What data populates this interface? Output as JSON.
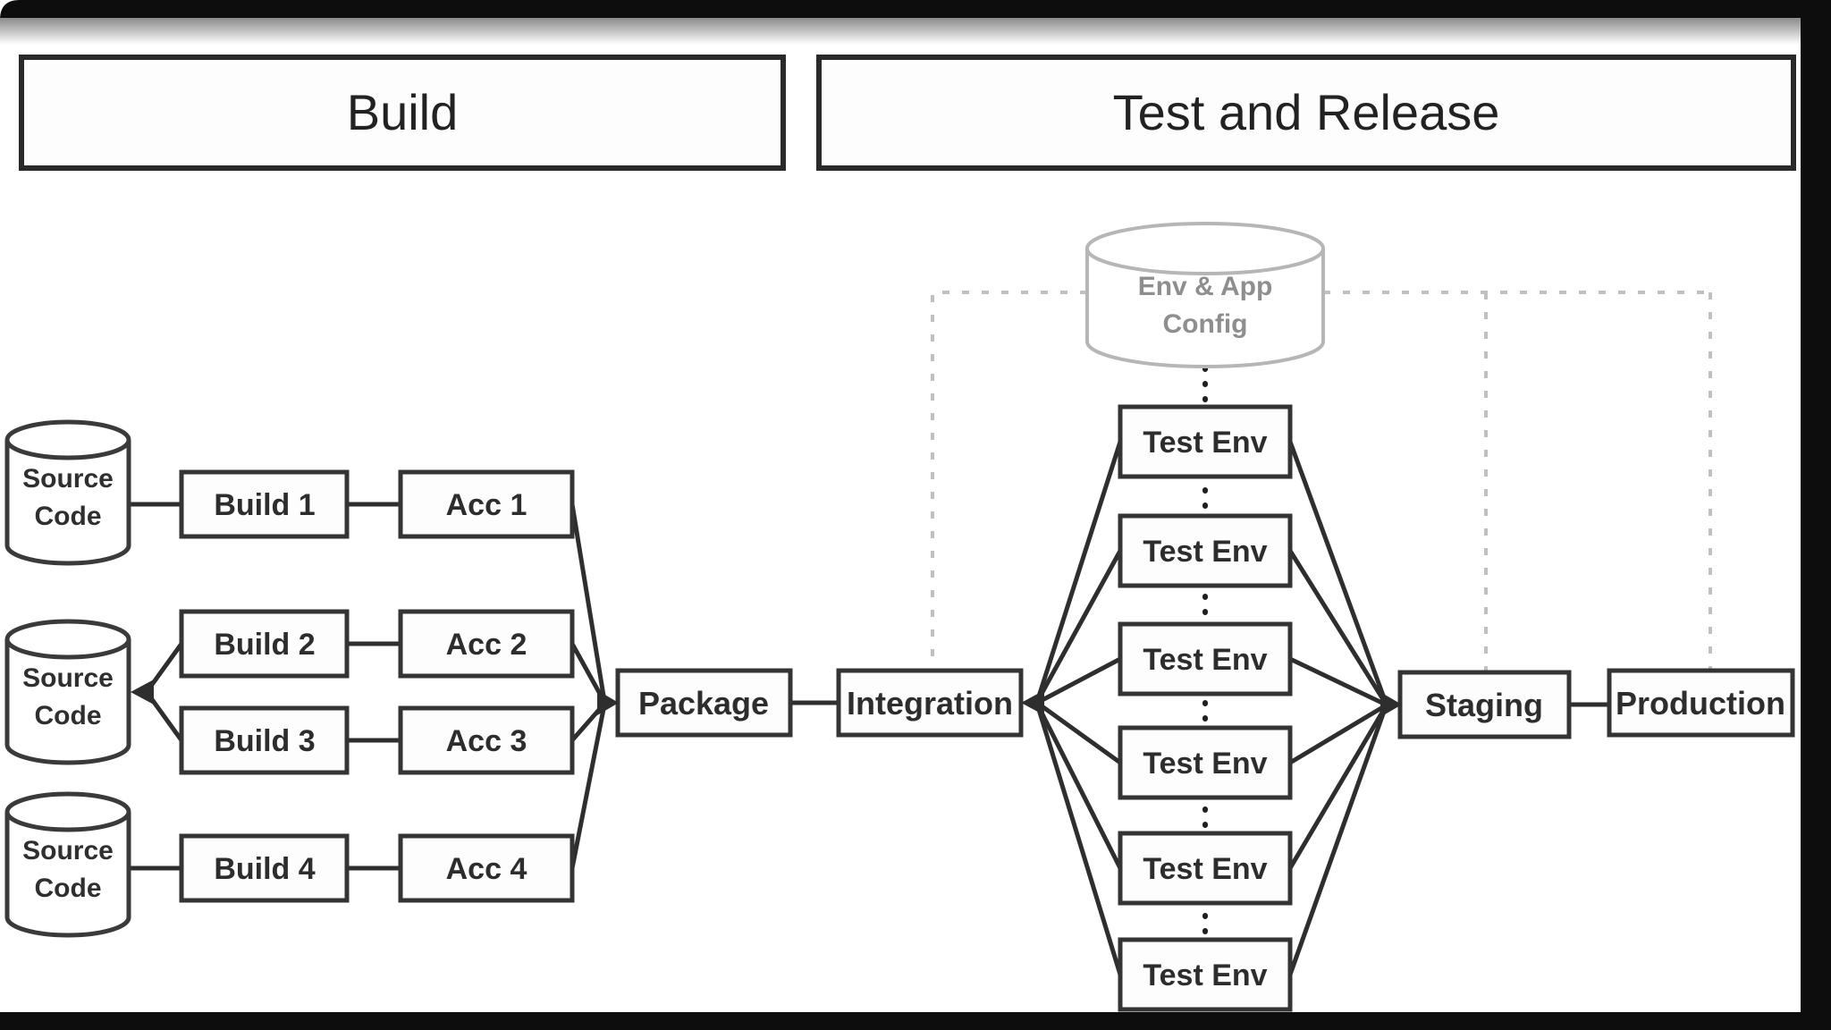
{
  "diagram": {
    "title": "Build and Release pipeline diagram",
    "sections": {
      "build": "Build",
      "test_and_release": "Test and Release"
    },
    "nodes": {
      "source_code_1": {
        "line1": "Source",
        "line2": "Code"
      },
      "source_code_2": {
        "line1": "Source",
        "line2": "Code"
      },
      "source_code_3": {
        "line1": "Source",
        "line2": "Code"
      },
      "build_1": "Build 1",
      "build_2": "Build 2",
      "build_3": "Build 3",
      "build_4": "Build 4",
      "acc_1": "Acc 1",
      "acc_2": "Acc 2",
      "acc_3": "Acc 3",
      "acc_4": "Acc 4",
      "package": "Package",
      "integration": "Integration",
      "env_app_config": {
        "line1": "Env & App",
        "line2": "Config"
      },
      "test_env_1": "Test Env",
      "test_env_2": "Test Env",
      "test_env_3": "Test Env",
      "test_env_4": "Test Env",
      "test_env_5": "Test Env",
      "test_env_6": "Test Env",
      "staging": "Staging",
      "production": "Production"
    },
    "colors": {
      "background": "#ffffff",
      "frame": "#0d0d0d",
      "box_border": "#343434",
      "line": "#2e2e2e",
      "text": "#2d2d2d",
      "config_stroke": "#b6b6b6",
      "config_text": "#8e8e8e",
      "dashed_line": "#c0c0c0"
    }
  }
}
